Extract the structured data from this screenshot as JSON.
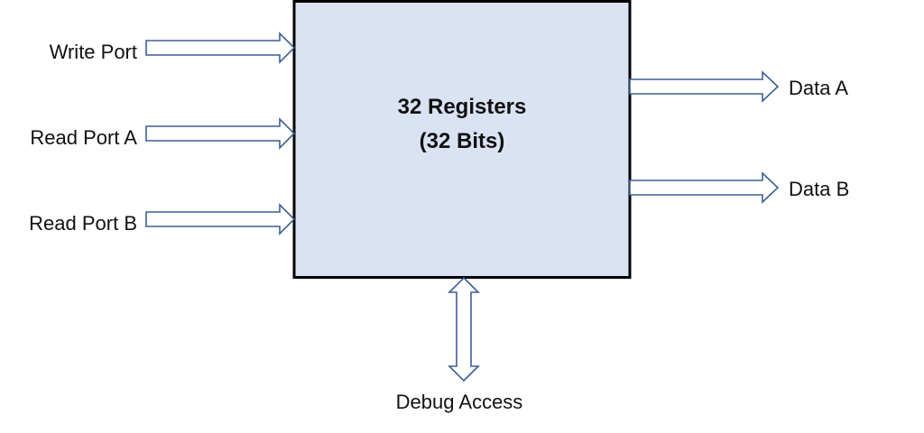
{
  "block": {
    "title_line1": "32 Registers",
    "title_line2": "(32 Bits)",
    "fill_color": "#dae3f3",
    "border_color": "#000000"
  },
  "inputs": [
    {
      "label": "Write Port"
    },
    {
      "label": "Read Port A"
    },
    {
      "label": "Read Port B"
    }
  ],
  "outputs": [
    {
      "label": "Data A"
    },
    {
      "label": "Data B"
    }
  ],
  "bidirectional": {
    "label": "Debug Access"
  },
  "arrow_stroke_color": "#3d5f93"
}
